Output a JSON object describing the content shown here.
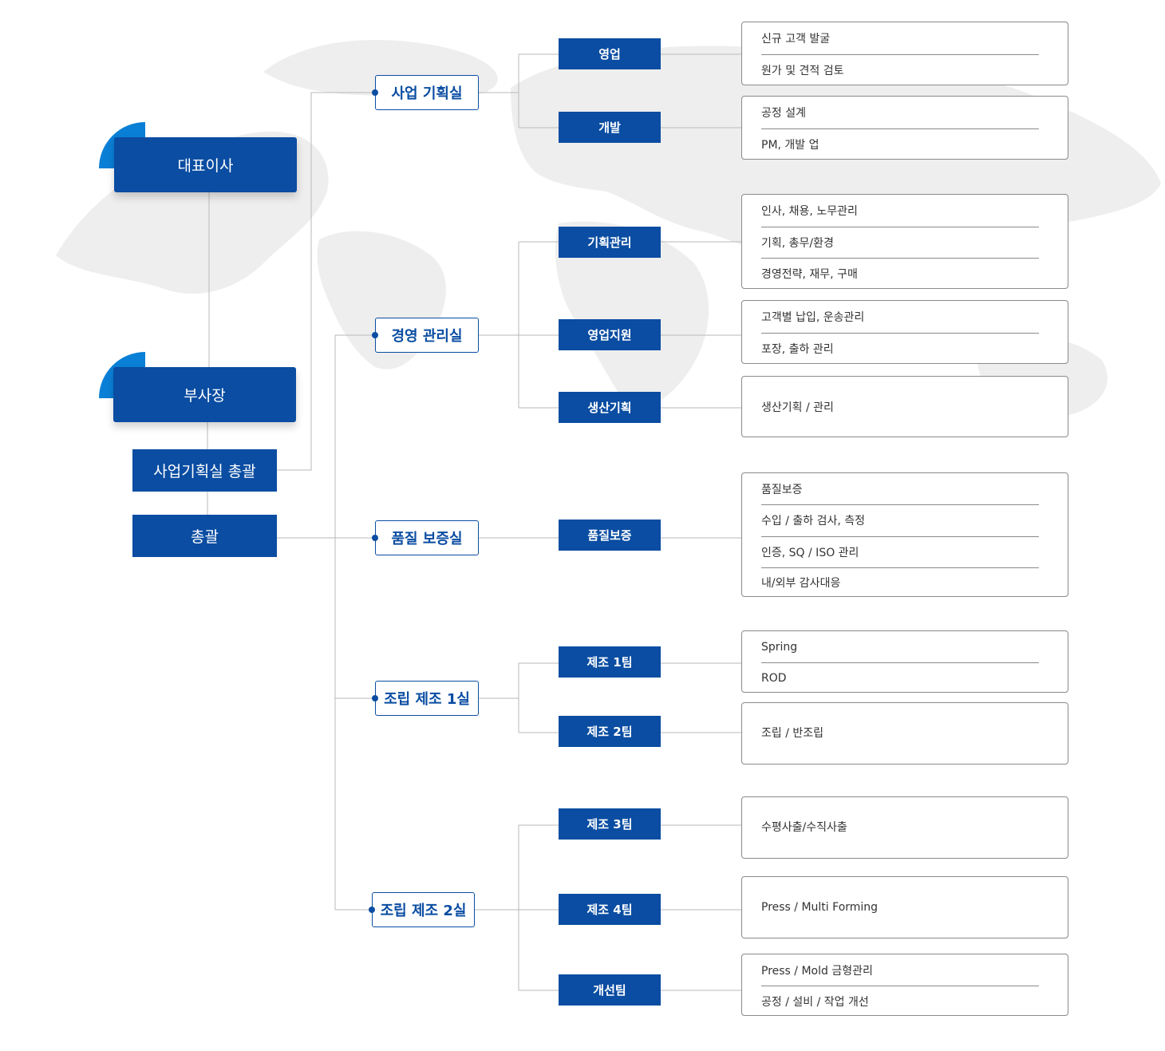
{
  "colors": {
    "primary": "#0a4da2",
    "accent": "#0a7fd6",
    "line": "#b9b9b9",
    "border": "#8a8a8a",
    "map": "#eeeeee"
  },
  "executives": {
    "ceo": "대표이사",
    "vice": "부사장"
  },
  "managers": {
    "planning_general": "사업기획실 총괄",
    "general": "총괄"
  },
  "departments": [
    "사업 기획실",
    "경영 관리실",
    "품질 보증실",
    "조립 제조 1실",
    "조립 제조 2실"
  ],
  "teams": [
    "영업",
    "개발",
    "기획관리",
    "영업지원",
    "생산기획",
    "품질보증",
    "제조 1팀",
    "제조 2팀",
    "제조 3팀",
    "제조 4팀",
    "개선팀"
  ],
  "duties": [
    [
      "신규 고객 발굴",
      "원가 및 견적 검토"
    ],
    [
      "공정 설계",
      "PM, 개발 업"
    ],
    [
      "인사, 채용, 노무관리",
      "기획, 총무/환경",
      "경영전략, 재무, 구매"
    ],
    [
      "고객별 납입, 운송관리",
      "포장, 출하 관리"
    ],
    [
      "생산기획 / 관리"
    ],
    [
      "품질보증",
      "수입 / 출하 검사, 측정",
      "인증, SQ / ISO 관리",
      "내/외부 감사대응"
    ],
    [
      "Spring",
      "ROD"
    ],
    [
      "조립 / 반조립"
    ],
    [
      "수평사출/수직사출"
    ],
    [
      "Press / Multi Forming"
    ],
    [
      "Press / Mold 금형관리",
      "공정 / 설비 / 작업 개선"
    ]
  ]
}
